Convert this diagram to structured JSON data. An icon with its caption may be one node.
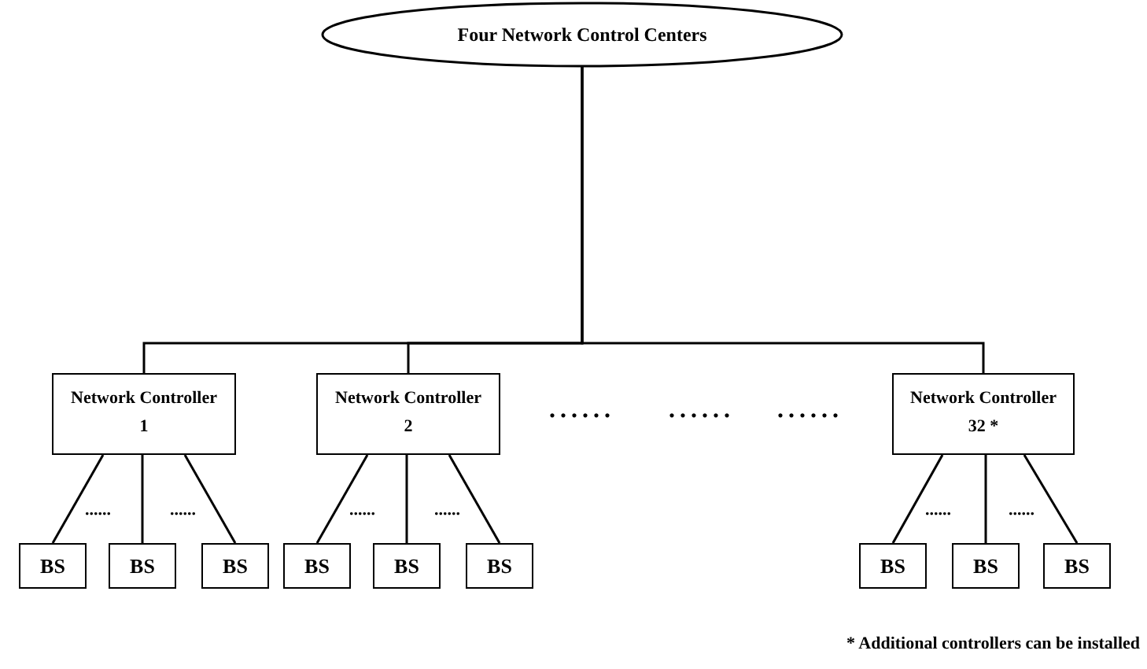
{
  "diagram": {
    "nodes": [
      {
        "text": [
          "Four Network Control Centers"
        ]
      },
      {
        "text": [
          "Network Controller 1"
        ]
      },
      {
        "text": [
          "Network Controller 2"
        ]
      },
      {
        "text": [
          "Network Controller 32 *"
        ]
      },
      {
        "text": [
          "BS"
        ]
      },
      {
        "text": [
          "BS"
        ]
      },
      {
        "text": [
          "BS"
        ]
      },
      {
        "text": [
          "BS"
        ]
      },
      {
        "text": [
          "BS"
        ]
      },
      {
        "text": [
          "BS"
        ]
      },
      {
        "text": [
          "BS"
        ]
      },
      {
        "text": [
          "BS"
        ]
      },
      {
        "text": [
          "BS"
        ]
      }
    ],
    "edges": [
      {
        "from": 0,
        "to": 1,
        "arrow": "none"
      },
      {
        "from": 0,
        "to": 2,
        "arrow": "none"
      },
      {
        "from": 0,
        "to": 3,
        "arrow": "none"
      },
      {
        "from": 1,
        "to": 4,
        "arrow": "none"
      },
      {
        "from": 1,
        "to": 5,
        "arrow": "none"
      },
      {
        "from": 1,
        "to": 6,
        "arrow": "none"
      },
      {
        "from": 2,
        "to": 7,
        "arrow": "none"
      },
      {
        "from": 2,
        "to": 8,
        "arrow": "none"
      },
      {
        "from": 2,
        "to": 9,
        "arrow": "none"
      },
      {
        "from": 3,
        "to": 10,
        "arrow": "none"
      },
      {
        "from": 3,
        "to": 11,
        "arrow": "none"
      },
      {
        "from": 3,
        "to": 12,
        "arrow": "none"
      }
    ],
    "labels": [
      "......",
      "......",
      "......",
      "......",
      "......",
      "......",
      "......",
      "......",
      "......",
      "* Additional controllers can be installed"
    ]
  }
}
